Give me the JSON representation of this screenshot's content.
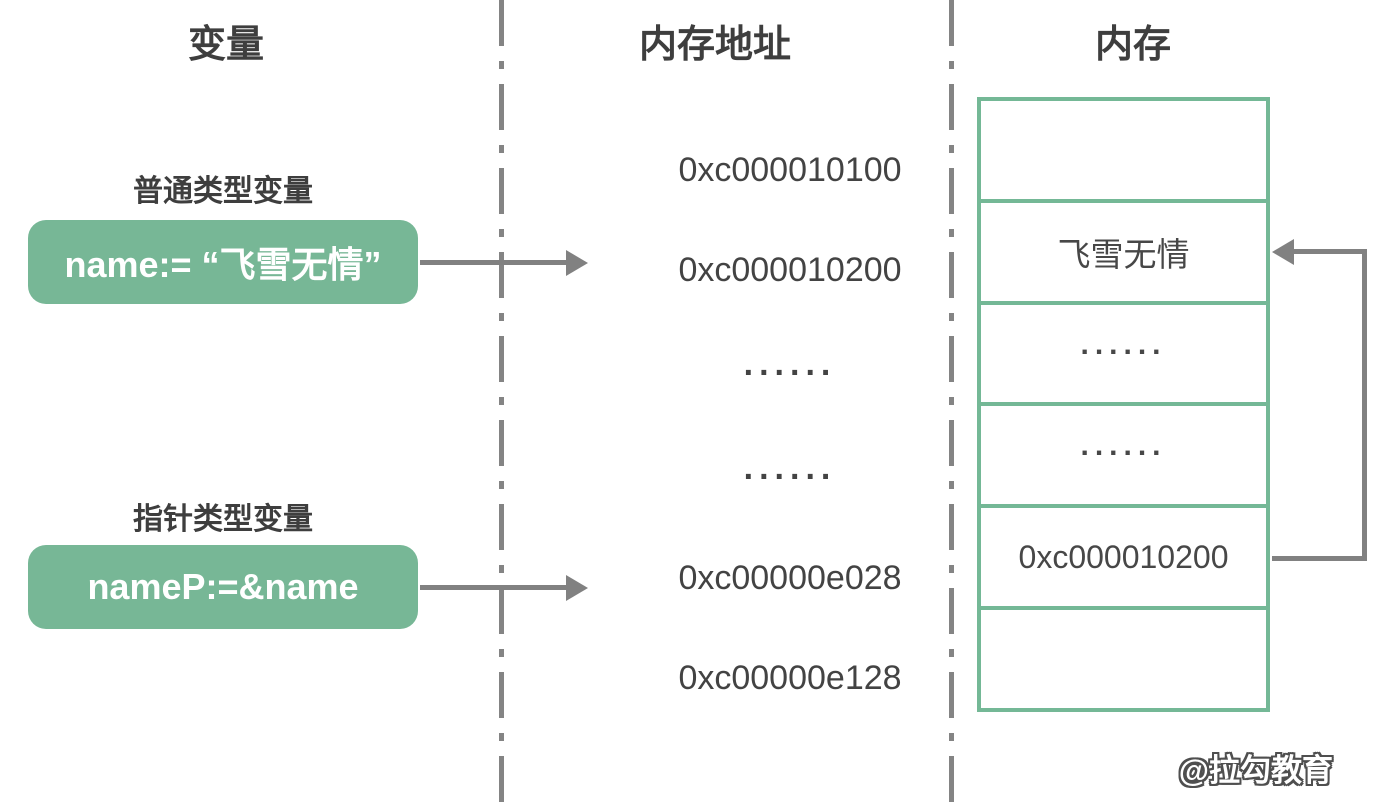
{
  "diagram": {
    "headers": {
      "variables": "变量",
      "addresses": "内存地址",
      "memory": "内存"
    },
    "variables": {
      "normal": {
        "label": "普通类型变量",
        "code": "name:= “飞雪无情”"
      },
      "pointer": {
        "label": "指针类型变量",
        "code": "nameP:=&name"
      }
    },
    "address_column": [
      "0xc000010100",
      "0xc000010200",
      "......",
      "......",
      "0xc00000e028",
      "0xc00000e128"
    ],
    "memory_cells": [
      "",
      "飞雪无情",
      "......",
      "......",
      "0xc000010200",
      ""
    ],
    "watermark": "@拉勾教育",
    "colors": {
      "box_green": "#77b796",
      "table_border_green": "#74b896",
      "text_dark": "#3e3e3e",
      "line_gray": "#818181",
      "code_text_white": "#ffffff"
    }
  }
}
